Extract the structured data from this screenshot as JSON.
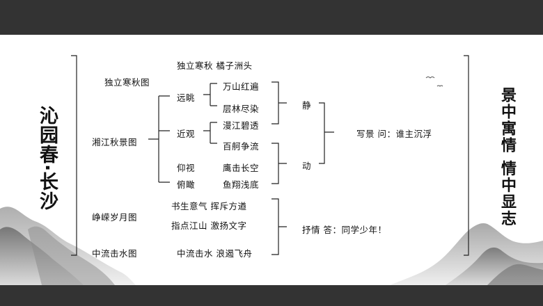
{
  "title_left": "沁园春·长沙",
  "title_right": "景中寓情  情中显志",
  "scenes": {
    "s1": "独立寒秋图",
    "s2": "湘江秋景图",
    "s3": "峥嵘岁月图",
    "s4": "中流击水图"
  },
  "lines": {
    "top": "独立寒秋  橘子洲头",
    "youth1": "书生意气  挥斥方遒",
    "youth2": "指点江山  激扬文字",
    "bottom": "中流击水  浪遏飞舟"
  },
  "views": {
    "far": "远眺",
    "near": "近观",
    "up": "仰视",
    "down": "俯瞰"
  },
  "phrases": {
    "p1": "万山红遍",
    "p2": "层林尽染",
    "p3": "漫江碧透",
    "p4": "百舸争流",
    "p5": "鹰击长空",
    "p6": "鱼翔浅底"
  },
  "states": {
    "still": "静",
    "move": "动"
  },
  "scene_write": "写景  问：谁主沉浮",
  "lyric": "抒情  答：同学少年！"
}
